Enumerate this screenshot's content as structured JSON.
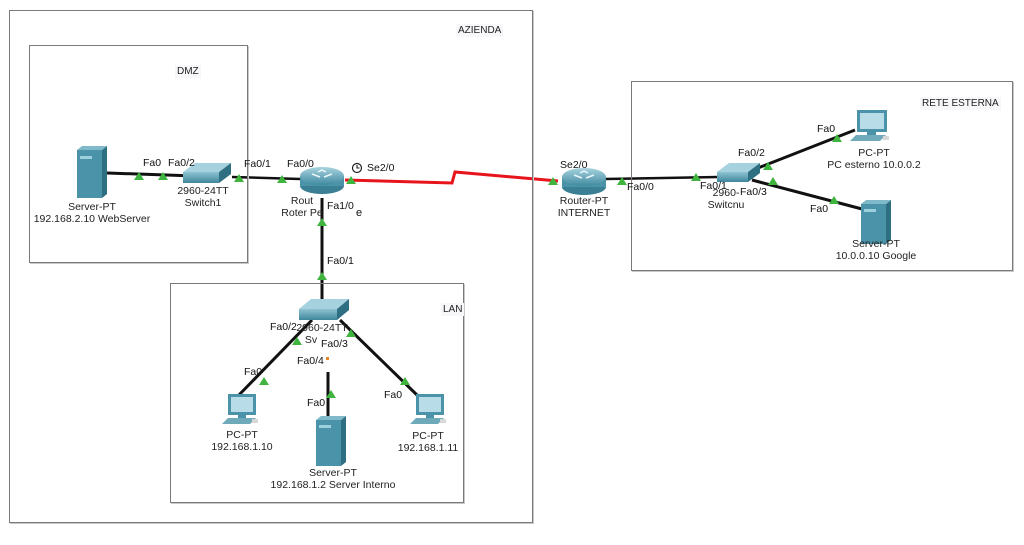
{
  "areas": {
    "azienda": "AZIENDA",
    "dmz": "DMZ",
    "lan": "LAN",
    "rete_esterna": "RETE ESTERNA"
  },
  "devices": {
    "webserver": {
      "type": "Server-PT",
      "name": "192.168.2.10  WebServer"
    },
    "switch1": {
      "type": "2960-24TT",
      "name": "Switch1"
    },
    "router_pe": {
      "type": "Rout",
      "name": "Roter Pe",
      "extra": "e"
    },
    "switch_lan": {
      "type": "2960-24TT",
      "name": "Sv"
    },
    "pc_lan1": {
      "type": "PC-PT",
      "name": "192.168.1.10"
    },
    "server_interno": {
      "type": "Server-PT",
      "name": "192.168.1.2 Server Interno"
    },
    "pc_lan2": {
      "type": "PC-PT",
      "name": "192.168.1.11"
    },
    "router_internet": {
      "type": "Router-PT",
      "name": "INTERNET"
    },
    "switch_ext": {
      "type": "2960-",
      "name": "Switcnu"
    },
    "pc_esterno": {
      "type": "PC-PT",
      "name": "PC esterno 10.0.0.2"
    },
    "server_google": {
      "type": "Server-PT",
      "name": "10.0.0.10 Google"
    }
  },
  "ports": {
    "webserver_fa0": "Fa0",
    "switch1_fa0_2": "Fa0/2",
    "switch1_fa0_1": "Fa0/1",
    "router_fa0_0": "Fa0/0",
    "router_se2_0": "Se2/0",
    "router_fa1_0": "Fa1/0",
    "switchlan_fa0_1": "Fa0/1",
    "switchlan_fa0_2": "Fa0/2",
    "switchlan_fa0_3": "Fa0/3",
    "switchlan_fa0_4": "Fa0/4",
    "pc1_fa0": "Fa0",
    "srvint_fa0": "Fa0",
    "pc2_fa0": "Fa0",
    "internet_se2_0": "Se2/0",
    "internet_fa0_0": "Fa0/0",
    "switchext_fa0_1": "Fa0/1",
    "switchext_fa0_2": "Fa0/2",
    "switchext_fa0_3": "Fa0/3",
    "pcext_fa0": "Fa0",
    "google_fa0": "Fa0"
  },
  "colors": {
    "serial_link": "#e8141b",
    "ethernet_link": "#111111",
    "port_up": "#3fb43f",
    "device_teal": "#4a93a8",
    "area_border": "#7a7a7a"
  }
}
